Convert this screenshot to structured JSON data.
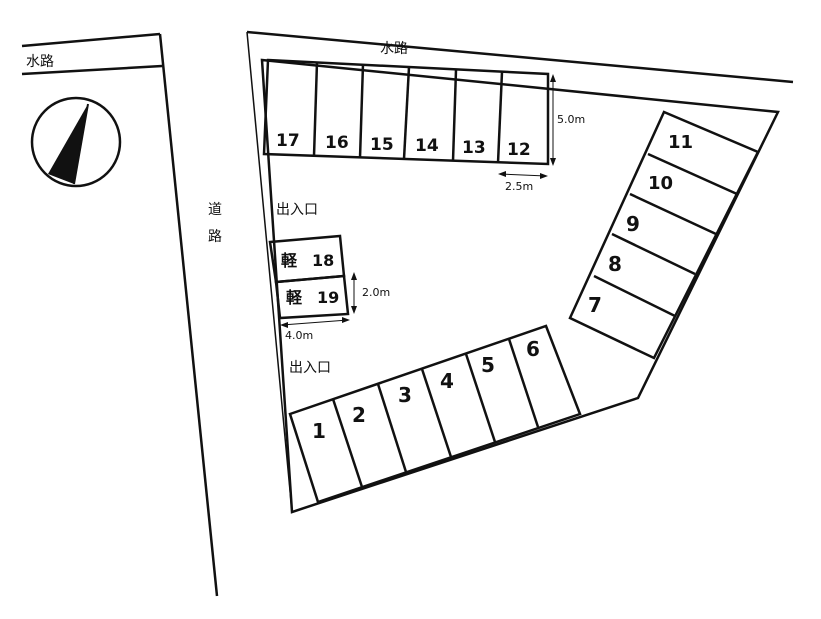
{
  "labels": {
    "waterway_left": "水路",
    "waterway_top": "水路",
    "road_char1": "道",
    "road_char2": "路",
    "entrance_top": "出入口",
    "entrance_bottom": "出入口"
  },
  "dimensions": {
    "stall_depth": "5.0m",
    "stall_width": "2.5m",
    "kei_width": "2.0m",
    "kei_length": "4.0m"
  },
  "kei_prefix": "軽",
  "stalls": {
    "s1": "1",
    "s2": "2",
    "s3": "3",
    "s4": "4",
    "s5": "5",
    "s6": "6",
    "s7": "7",
    "s8": "8",
    "s9": "9",
    "s10": "10",
    "s11": "11",
    "s12": "12",
    "s13": "13",
    "s14": "14",
    "s15": "15",
    "s16": "16",
    "s17": "17",
    "s18": "18",
    "s19": "19"
  }
}
